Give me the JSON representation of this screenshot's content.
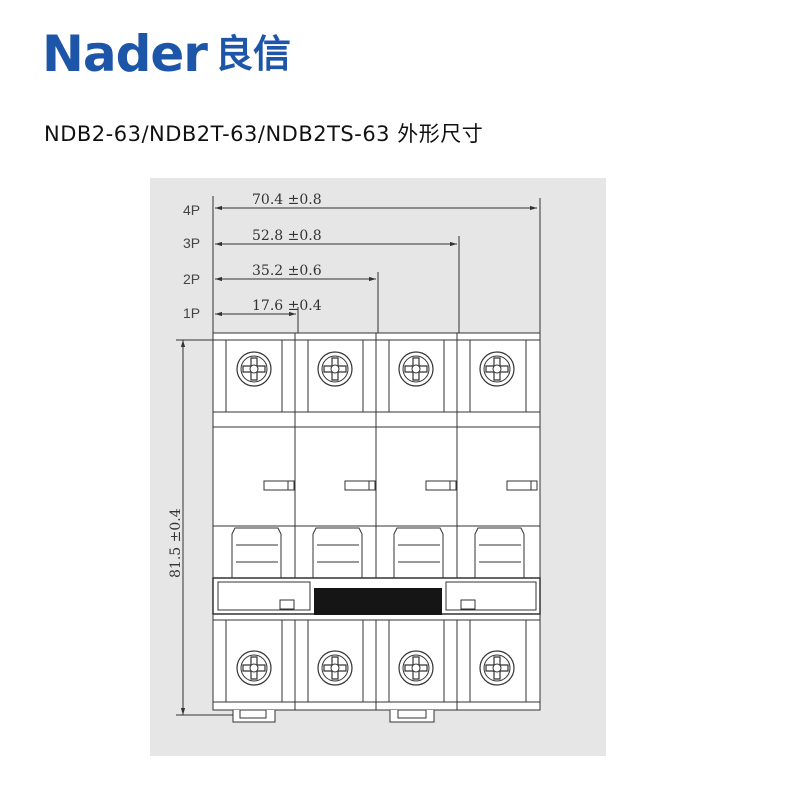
{
  "brand": {
    "name_latin": "Nader",
    "name_cjk": "良信",
    "color": "#1d56a8"
  },
  "title": "NDB2-63/NDB2T-63/NDB2TS-63 外形尺寸",
  "diagram": {
    "poles": [
      {
        "label": "4P",
        "dimension": "70.4  ±0.8"
      },
      {
        "label": "3P",
        "dimension": "52.8  ±0.8"
      },
      {
        "label": "2P",
        "dimension": "35.2  ±0.6"
      },
      {
        "label": "1P",
        "dimension": "17.6  ±0.4"
      }
    ],
    "height_dimension": "81.5  ±0.4"
  }
}
